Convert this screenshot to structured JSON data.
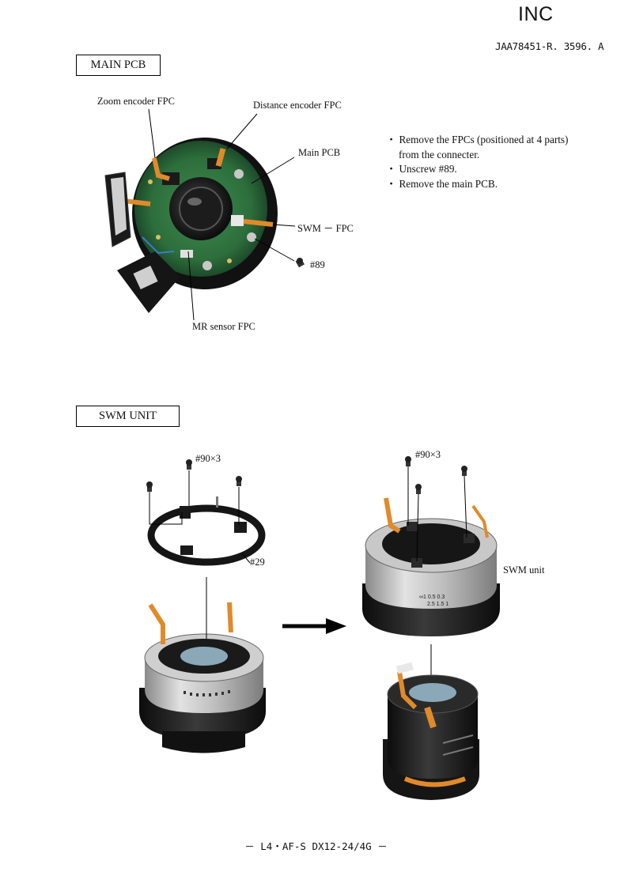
{
  "header": {
    "company": "INC",
    "doc_code": "JAA78451-R. 3596. A"
  },
  "sections": {
    "main_pcb": {
      "title": "MAIN PCB",
      "labels": {
        "zoom_encoder_fpc": "Zoom encoder FPC",
        "distance_encoder_fpc": "Distance encoder FPC",
        "main_pcb": "Main PCB",
        "swm_fpc": "SWM － FPC",
        "screw_89": "#89",
        "mr_sensor_fpc": "MR sensor FPC"
      },
      "instructions": [
        "・ Remove the FPCs (positioned at 4 parts)",
        "from the connecter.",
        "・ Unscrew #89.",
        "・ Remove the main PCB."
      ]
    },
    "swm_unit": {
      "title": "SWM UNIT",
      "labels": {
        "screw_90_left": "#90×3",
        "screw_90_right": "#90×3",
        "part_29": "#29",
        "swm_unit": "SWM unit"
      }
    }
  },
  "footer": {
    "page_label": "－ L4・AF-S DX12-24/4G －"
  }
}
